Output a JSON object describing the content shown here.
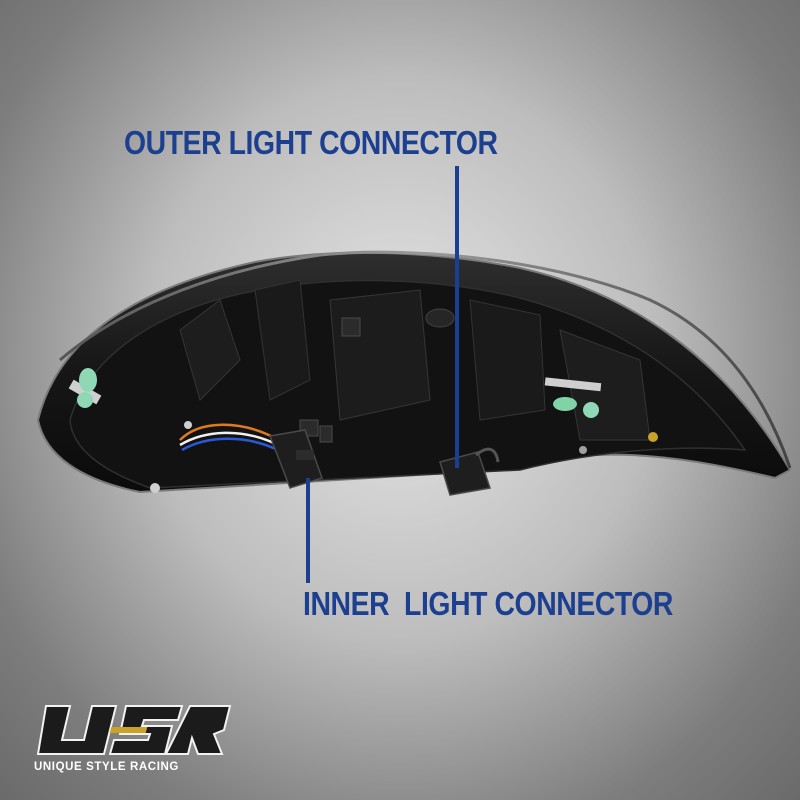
{
  "callouts": {
    "outer": "OUTER LIGHT CONNECTOR",
    "inner": "INNER  LIGHT CONNECTOR"
  },
  "brand": {
    "wordmark": "USR",
    "name": "UNIQUE STYLE RACING"
  },
  "colors": {
    "callout_text": "#1d3f8f",
    "leader_line": "#1d3f8f",
    "logo_main": "#1b1b1b",
    "logo_accent": "#c9a227",
    "logo_text": "#ffffff"
  },
  "icons": [
    "tail-light-assembly-image",
    "usr-logo-icon"
  ]
}
